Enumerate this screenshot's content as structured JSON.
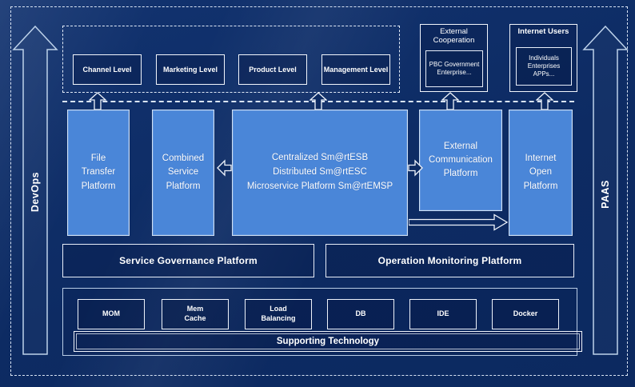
{
  "rails": {
    "left": "DevOps",
    "right": "PAAS"
  },
  "levels": {
    "items": [
      {
        "label": "Channel Level"
      },
      {
        "label": "Marketing Level"
      },
      {
        "label": "Product Level"
      },
      {
        "label": "Management Level"
      }
    ]
  },
  "external_cooperation": {
    "title": "External\nCooperation",
    "inner_label": "PBC Government\nEnterprise..."
  },
  "internet_users": {
    "title": "Internet Users",
    "inner_label": "Individuals\nEnterprises\nAPPs..."
  },
  "platforms": {
    "file_transfer": "File\nTransfer\nPlatform",
    "combined_service": "Combined\nService\nPlatform",
    "central_esb": "Centralized Sm@rtESB\nDistributed Sm@rtESC\nMicroservice Platform Sm@rtEMSP",
    "external_communication": "External\nCommunication\nPlatform",
    "internet_open": "Internet\nOpen\nPlatform"
  },
  "governance": {
    "service_governance": "Service Governance Platform",
    "operation_monitoring": "Operation Monitoring Platform"
  },
  "supporting_technology": {
    "bar_title": "Supporting Technology",
    "items": [
      {
        "label": "MOM"
      },
      {
        "label": "Mem\nCache"
      },
      {
        "label": "Load\nBalancing"
      },
      {
        "label": "DB"
      },
      {
        "label": "IDE"
      },
      {
        "label": "Docker"
      }
    ]
  },
  "colors": {
    "background": "#0d2b63",
    "platform_fill": "#4a86d8",
    "light_border": "#eef3fb",
    "dashed_border": "#d9e4f4",
    "arrow_outline": "#bdd2ea",
    "text": "#ffffff"
  }
}
